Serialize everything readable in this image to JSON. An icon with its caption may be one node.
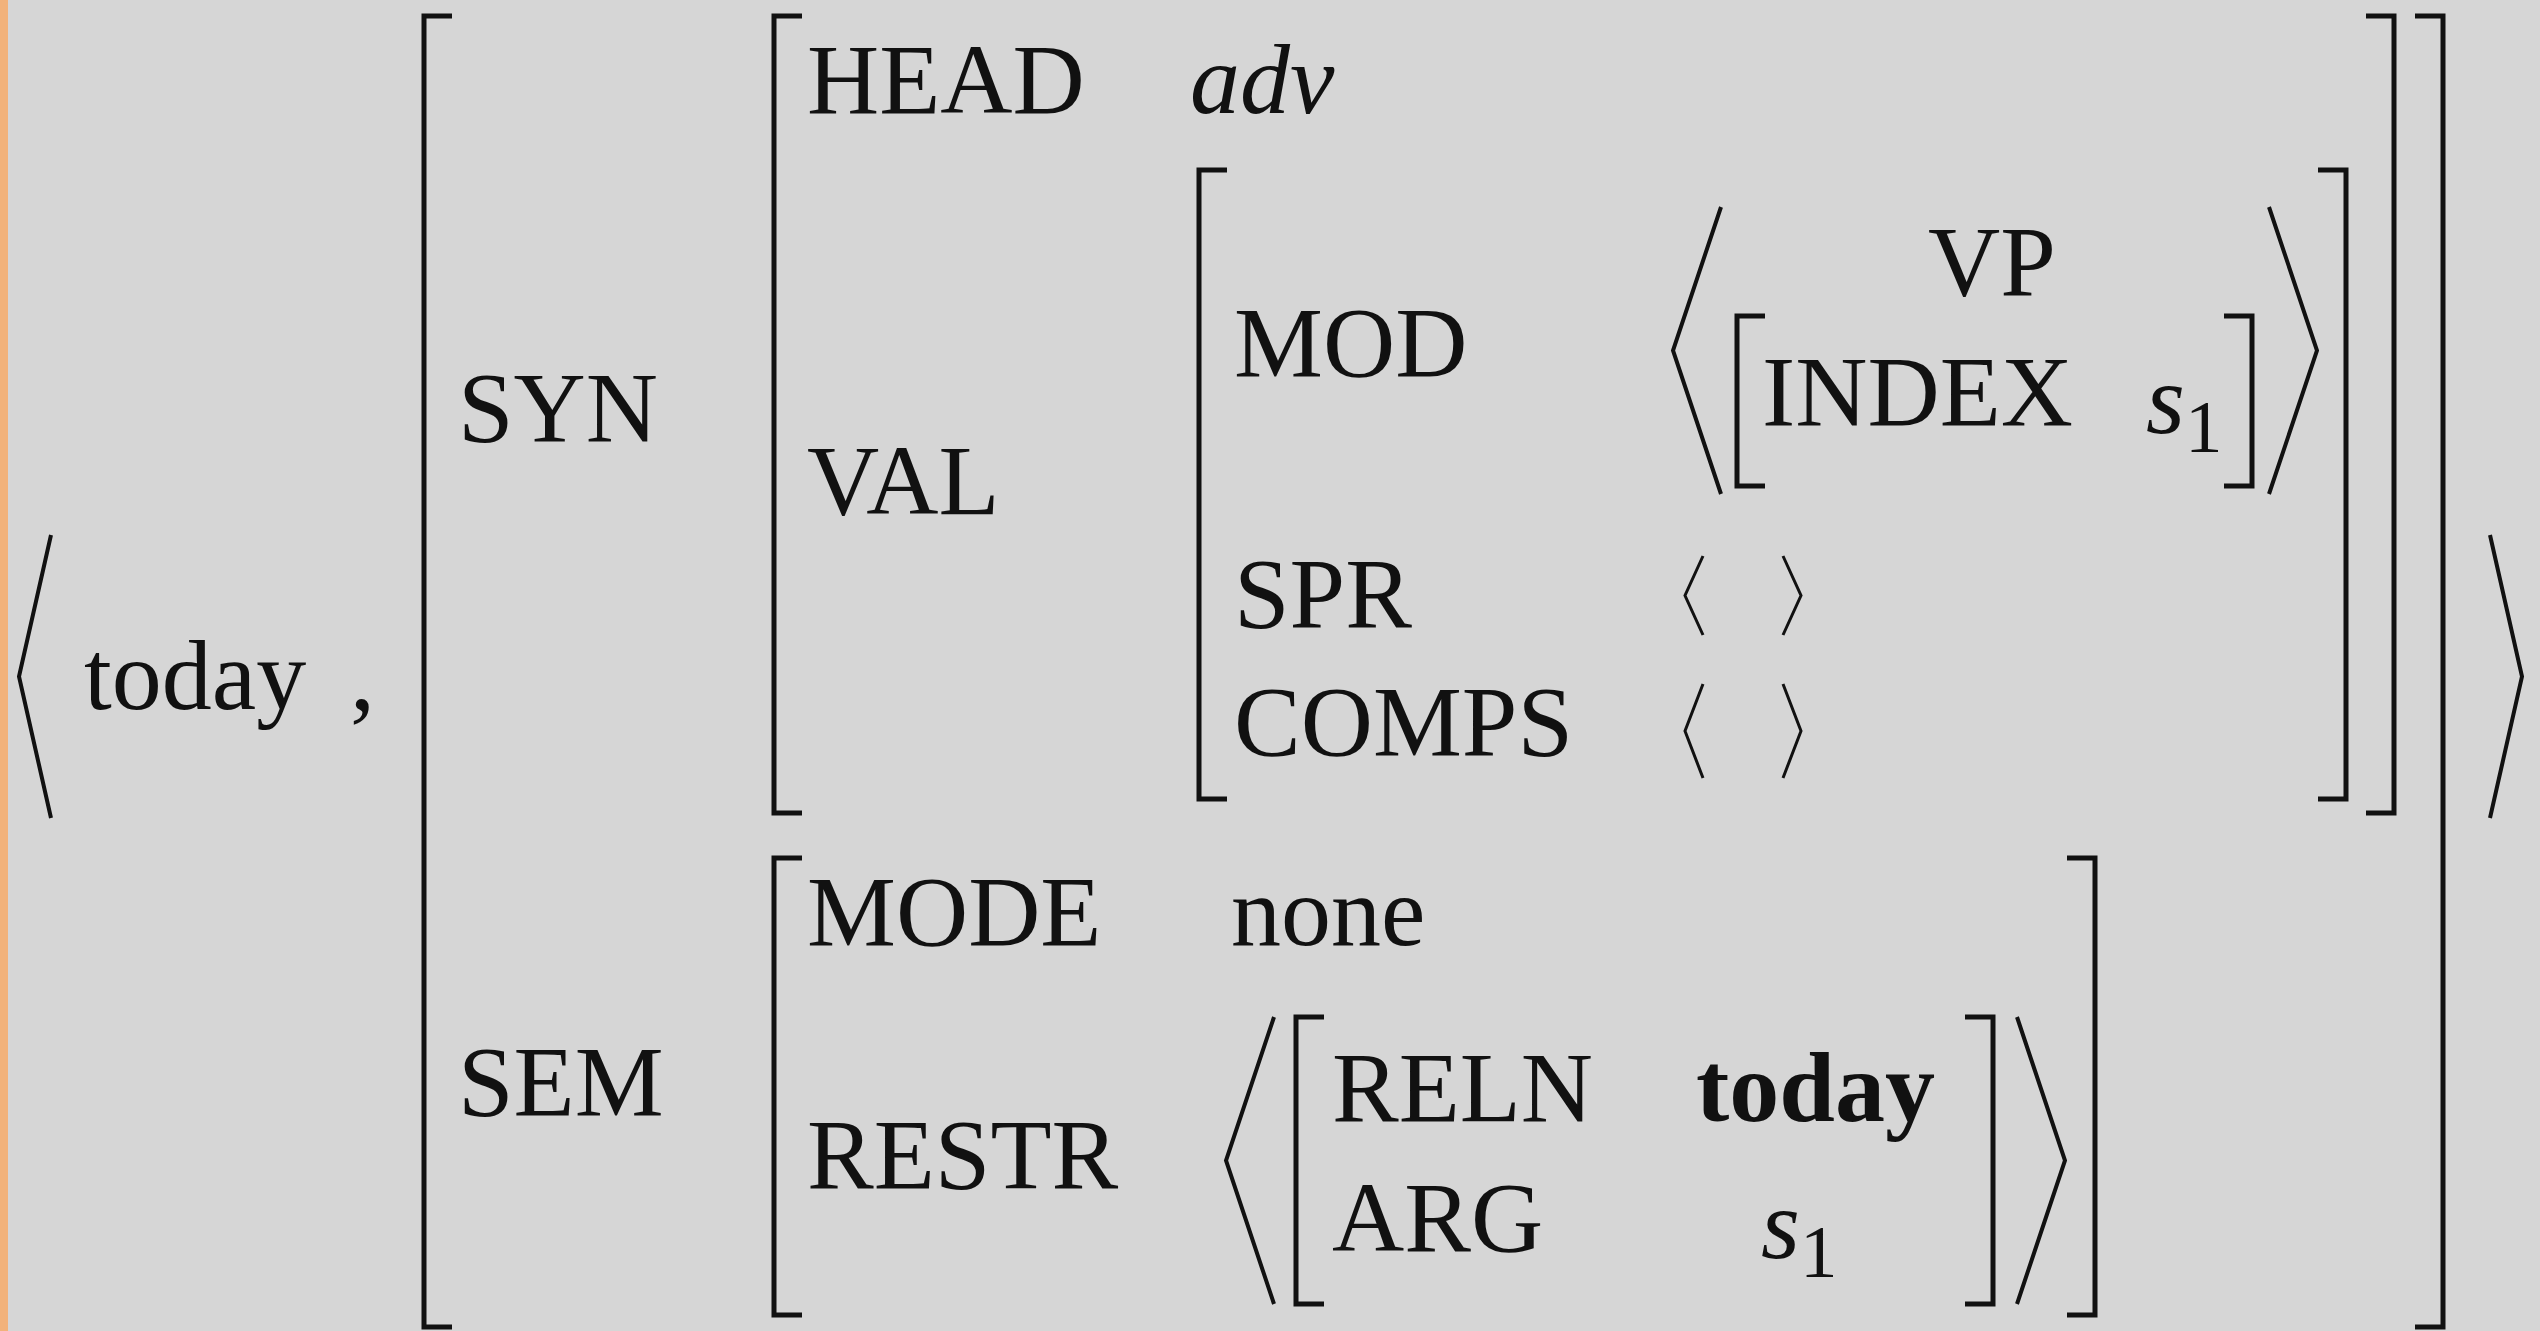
{
  "diagram": {
    "nodes": [
      {
        "text": [
          "today",
          ","
        ]
      },
      {
        "text": [
          "SYN",
          "SEM"
        ],
        "in": 0
      },
      {
        "text": [
          "HEAD",
          "adv",
          "VAL"
        ],
        "in": 1
      },
      {
        "text": [
          "MOD",
          "SPR",
          "COMPS"
        ],
        "in": 2
      },
      {
        "text": [
          "VP",
          "INDEX",
          "*s*$_{1}$"
        ],
        "in": 3
      },
      {
        "text": [
          "MODE",
          "none",
          "RESTR"
        ],
        "in": 1
      },
      {
        "text": [
          "RELN",
          "today",
          "ARG",
          "*s*$_{1}$"
        ],
        "in": 5
      }
    ]
  }
}
